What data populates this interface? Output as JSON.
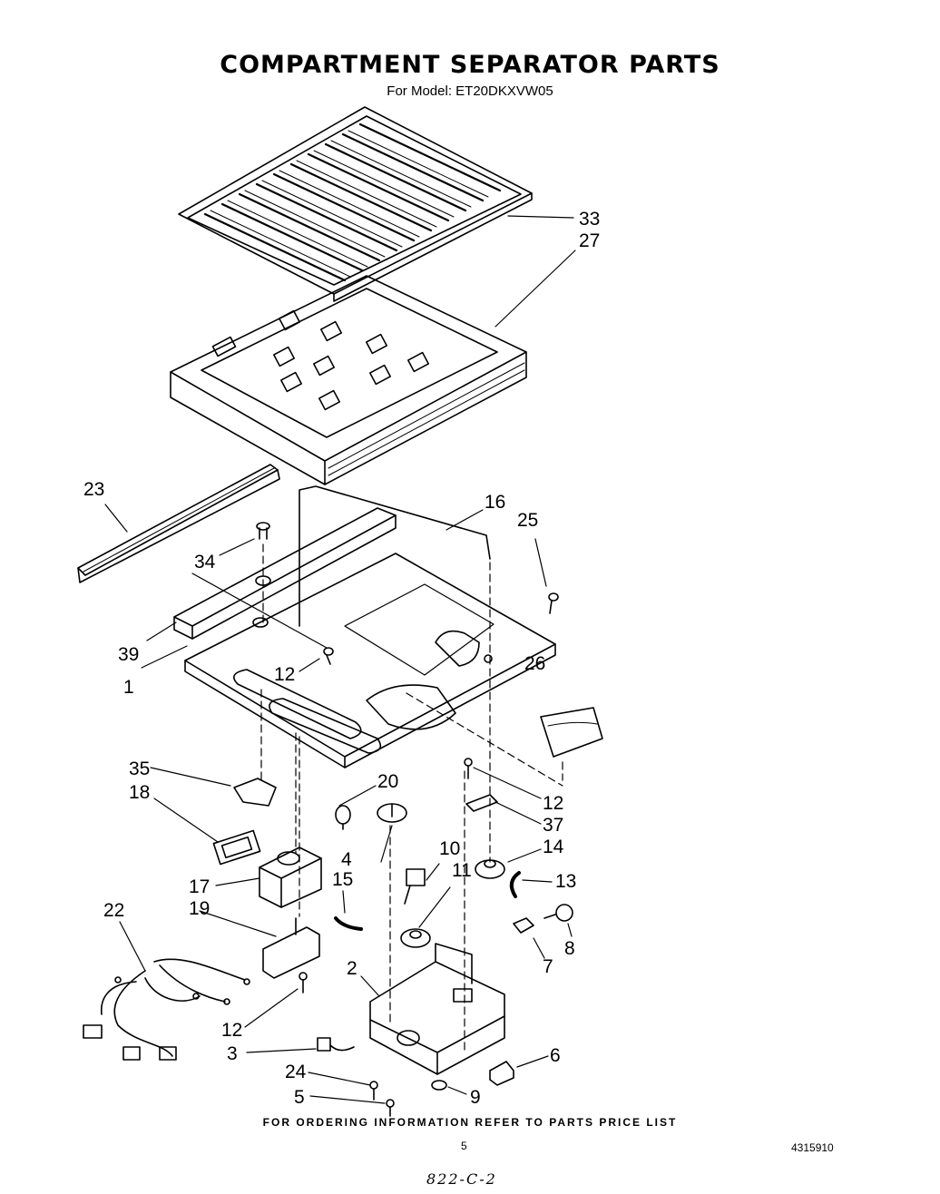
{
  "header": {
    "title": "COMPARTMENT SEPARATOR PARTS",
    "subtitle": "For Model: ET20DKXVW05"
  },
  "callouts": {
    "c33": "33",
    "c27": "27",
    "c23": "23",
    "c16": "16",
    "c25": "25",
    "c34": "34",
    "c39": "39",
    "c1": "1",
    "c12a": "12",
    "c26": "26",
    "c35": "35",
    "c18": "18",
    "c20": "20",
    "c12b": "12",
    "c37": "37",
    "c4": "4",
    "c10": "10",
    "c14": "14",
    "c11": "11",
    "c15": "15",
    "c13": "13",
    "c17": "17",
    "c22": "22",
    "c19": "19",
    "c8": "8",
    "c7": "7",
    "c2": "2",
    "c12c": "12",
    "c3": "3",
    "c6": "6",
    "c24": "24",
    "c5": "5",
    "c9": "9"
  },
  "footer": {
    "ordering_note": "FOR ORDERING INFORMATION REFER TO PARTS PRICE LIST",
    "page_number": "5",
    "doc_number": "4315910",
    "handwritten_note": "822-C-2"
  }
}
